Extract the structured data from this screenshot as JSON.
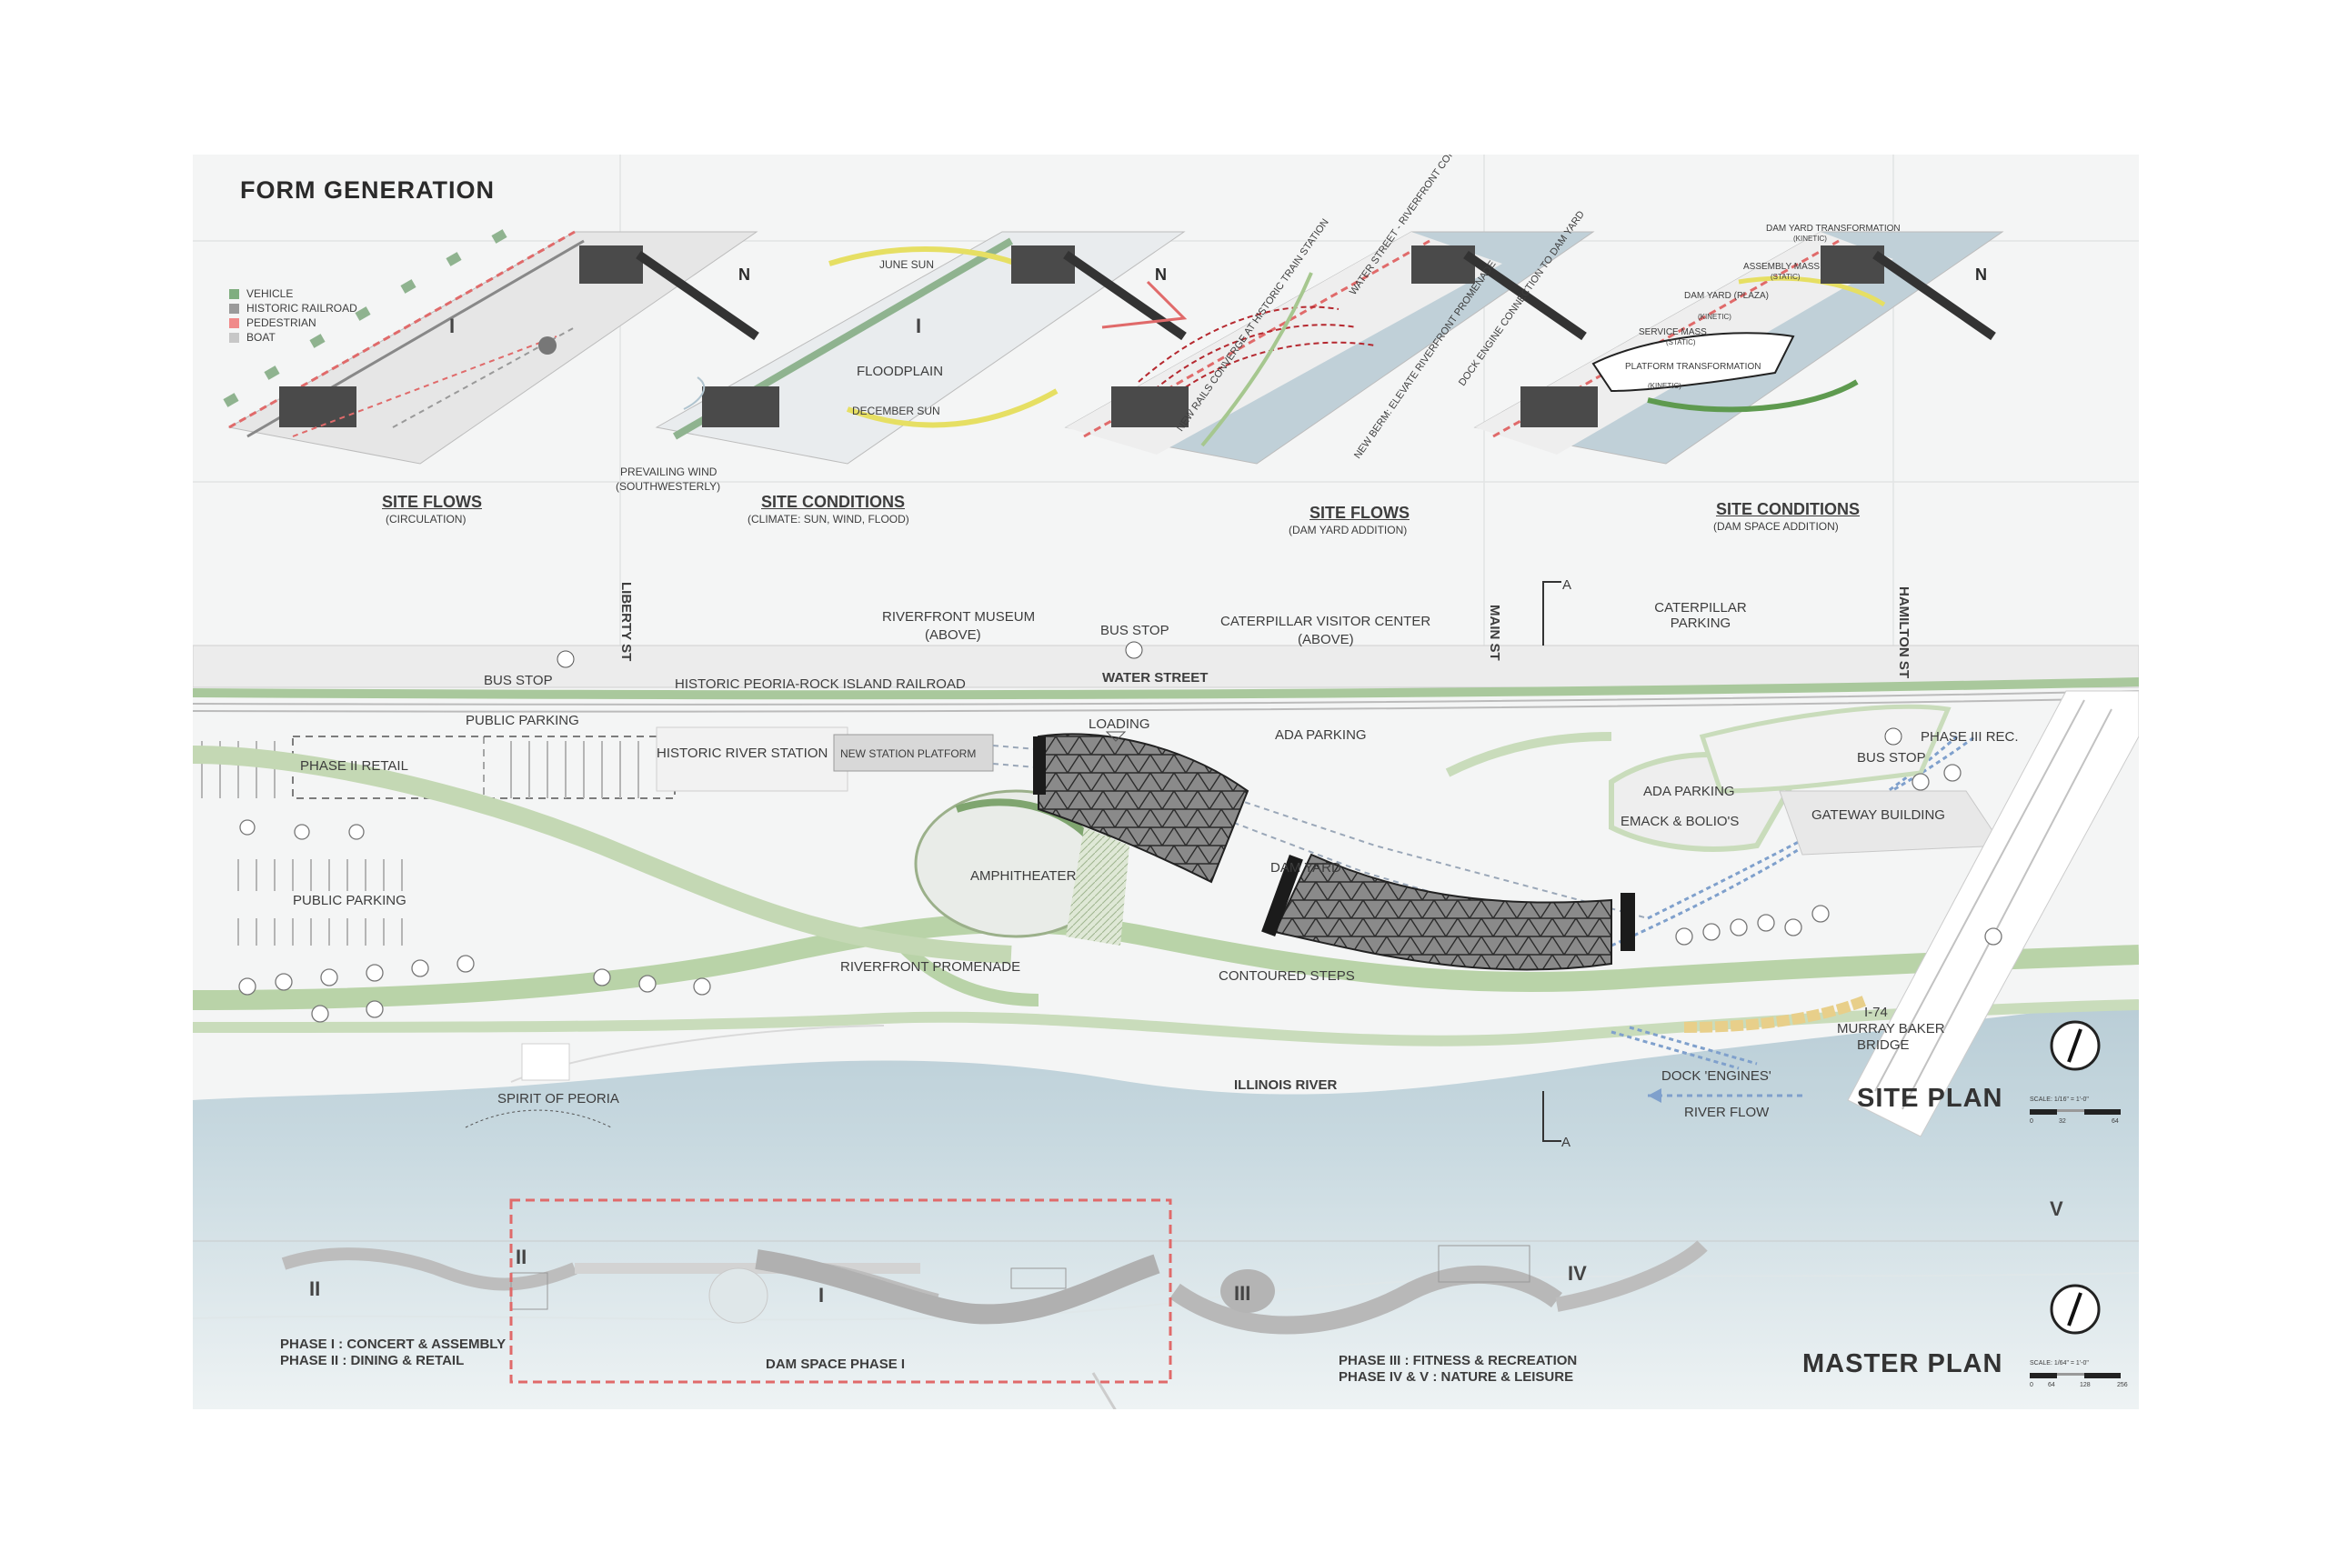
{
  "form_generation": {
    "title": "FORM GENERATION",
    "legend": [
      {
        "label": "VEHICLE",
        "color": "#7fae7f"
      },
      {
        "label": "HISTORIC RAILROAD",
        "color": "#9a9a9a"
      },
      {
        "label": "PEDESTRIAN",
        "color": "#f08a8a"
      },
      {
        "label": "BOAT",
        "color": "#c7c7c7"
      }
    ],
    "diagram1": {
      "caption": "SITE FLOWS",
      "sub": "(CIRCULATION)",
      "numeral": "I"
    },
    "diagram2": {
      "caption": "SITE CONDITIONS",
      "sub": "(CLIMATE: SUN, WIND, FLOOD)",
      "numeral": "I",
      "june": "JUNE SUN",
      "december": "DECEMBER SUN",
      "floodplain": "FLOODPLAIN",
      "wind": "PREVAILING WIND",
      "wind_sub": "(SOUTHWESTERLY)"
    },
    "diagram3": {
      "caption": "SITE FLOWS",
      "sub": "(DAM YARD ADDITION)",
      "rails": "NEW RAILS CONVERGE AT HISTORIC TRAIN STATION",
      "water": "WATER STREET - RIVERFRONT CONNECTION",
      "berm": "NEW BERM: ELEVATE RIVERFRONT PROMENADE",
      "dock": "DOCK ENGINE CONNECTION TO DAM YARD"
    },
    "diagram4": {
      "caption": "SITE CONDITIONS",
      "sub": "(DAM SPACE ADDITION)",
      "dam_transform": "DAM YARD TRANSFORMATION",
      "kinetic": "(KINETIC)",
      "assembly": "ASSEMBLY MASS",
      "static": "(STATIC)",
      "plaza": "DAM YARD (PLAZA)",
      "service": "SERVICE MASS",
      "platform": "PLATFORM TRANSFORMATION"
    },
    "north": "N"
  },
  "site_plan": {
    "title": "SITE PLAN",
    "streets": {
      "liberty": "LIBERTY ST",
      "main": "MAIN ST",
      "hamilton": "HAMILTON ST",
      "water": "WATER STREET"
    },
    "labels": {
      "museum": "RIVERFRONT MUSEUM",
      "above": "(ABOVE)",
      "bus_stop": "BUS STOP",
      "caterpillar_vc": "CATERPILLAR VISITOR CENTER",
      "caterpillar_parking": "CATERPILLAR PARKING",
      "railroad": "HISTORIC PEORIA-ROCK ISLAND RAILROAD",
      "public_parking": "PUBLIC PARKING",
      "loading": "LOADING",
      "ada_parking": "ADA PARKING",
      "phase3": "PHASE III REC.",
      "phase2_retail": "PHASE II RETAIL",
      "river_station": "HISTORIC RIVER STATION",
      "new_platform": "NEW STATION PLATFORM",
      "emack": "EMACK & BOLIO'S",
      "gateway": "GATEWAY BUILDING",
      "amphitheater": "AMPHITHEATER",
      "dam_yard": "DAM YARD",
      "promenade": "RIVERFRONT PROMENADE",
      "steps": "CONTOURED STEPS",
      "i74": "I-74",
      "murray": "MURRAY BAKER",
      "bridge": "BRIDGE",
      "spirit": "SPIRIT OF PEORIA",
      "river": "ILLINOIS RIVER",
      "dock": "DOCK 'ENGINES'",
      "flow": "RIVER FLOW",
      "section": "A"
    },
    "scale": "SCALE: 1/16\" = 1'-0\"",
    "scale_ticks": [
      "0",
      "32",
      "64"
    ]
  },
  "master_plan": {
    "title": "MASTER PLAN",
    "phases": [
      "II",
      "II",
      "I",
      "III",
      "IV",
      "V"
    ],
    "dam_space": "DAM SPACE PHASE I",
    "legend_left": [
      "PHASE I :  CONCERT & ASSEMBLY",
      "PHASE II : DINING & RETAIL"
    ],
    "legend_right": [
      "PHASE III : FITNESS & RECREATION",
      "PHASE IV & V :  NATURE & LEISURE"
    ],
    "scale": "SCALE: 1/64\" = 1'-0\"",
    "scale_ticks": [
      "0",
      "64",
      "128",
      "256"
    ]
  }
}
